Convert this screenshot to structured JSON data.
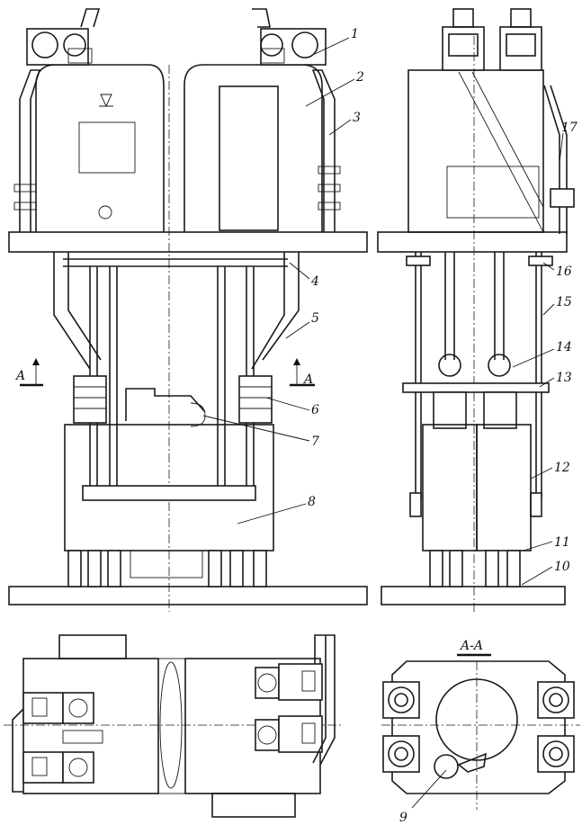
{
  "figure": {
    "callouts": [
      "1",
      "2",
      "3",
      "4",
      "5",
      "6",
      "7",
      "8",
      "9",
      "10",
      "11",
      "12",
      "13",
      "14",
      "15",
      "16",
      "17"
    ],
    "section_marks": {
      "left": "A",
      "right": "A"
    },
    "section_title": "A-A"
  }
}
